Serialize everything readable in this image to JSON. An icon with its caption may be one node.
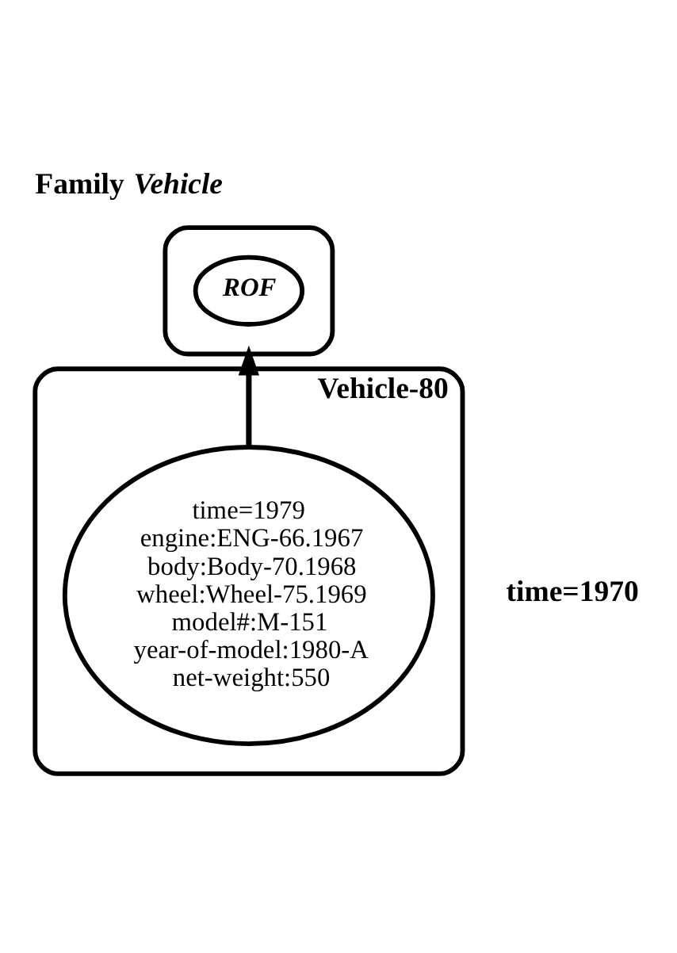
{
  "diagram": {
    "title": "Family *Vehicle*",
    "nodes": [
      {
        "text": [],
        "shape": "ellipse"
      },
      {
        "text": [
          "ROF"
        ],
        "in": 0
      },
      {
        "text": [
          "Vehicle-80"
        ]
      },
      {
        "text": [
          "time=1979",
          "engine:ENG-66.1967",
          "body:Body-70.1968",
          "wheel:Wheel-75.1969",
          "model#:M-151",
          "year-of-model:1980-A",
          "net-weight:550"
        ],
        "in": 2
      }
    ],
    "edges": [
      {
        "from": 3,
        "to": 0,
        "arrow": "to"
      }
    ],
    "labels": [
      "time=1970"
    ]
  }
}
